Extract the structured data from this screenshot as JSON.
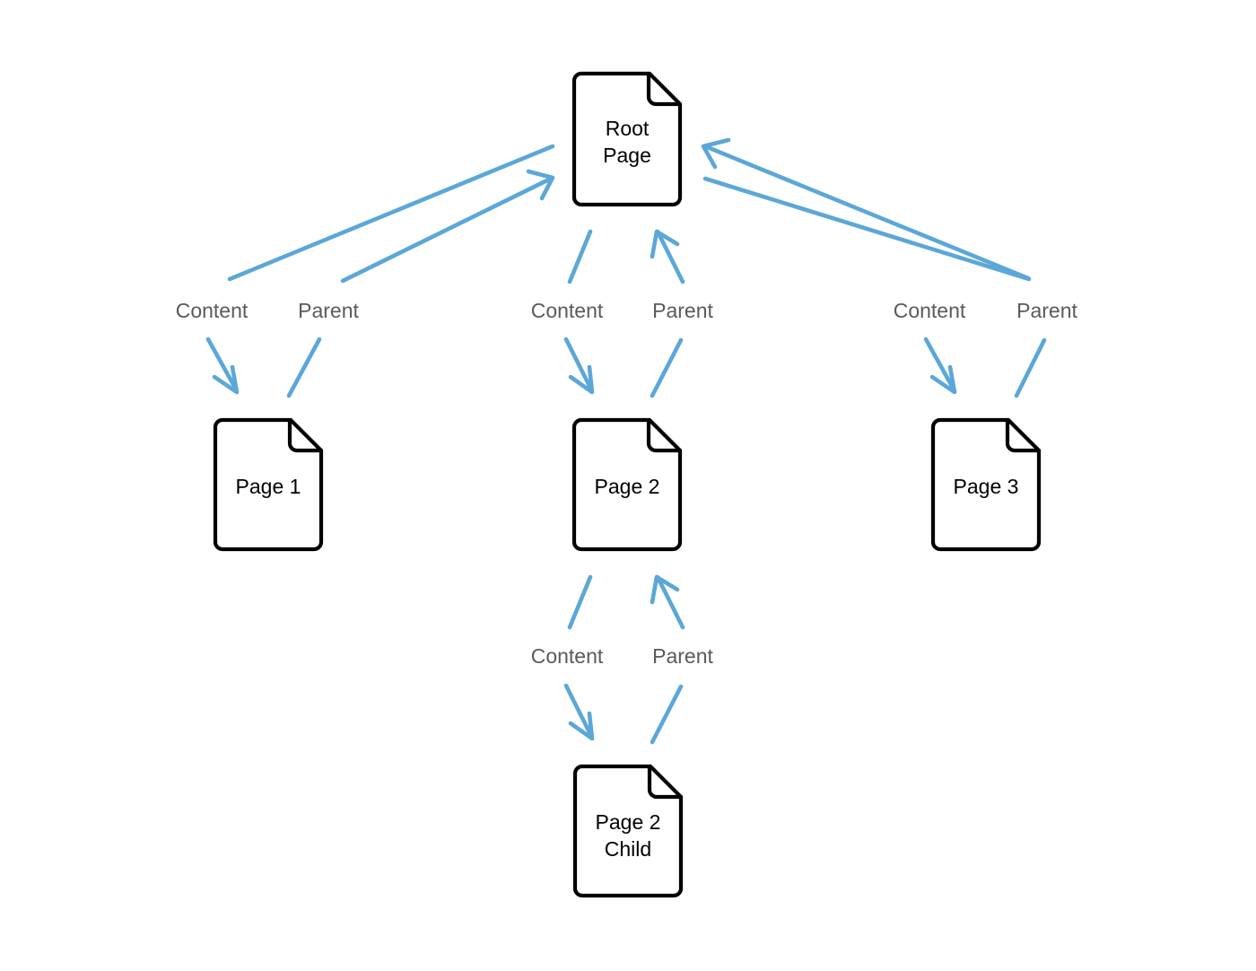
{
  "diagram": {
    "type": "node-link-graph",
    "background_color": "#ffffff",
    "edge_color": "#5ba7d8",
    "node_stroke_color": "#000000",
    "node_fill_color": "#ffffff",
    "node_label_color": "#000000",
    "edge_label_color": "#5a5a5a",
    "nodes": [
      {
        "id": "root",
        "label_line1": "Root",
        "label_line2": "Page",
        "icon": "document-icon"
      },
      {
        "id": "page1",
        "label_line1": "Page 1",
        "label_line2": "",
        "icon": "document-icon"
      },
      {
        "id": "page2",
        "label_line1": "Page 2",
        "label_line2": "",
        "icon": "document-icon"
      },
      {
        "id": "page3",
        "label_line1": "Page 3",
        "label_line2": "",
        "icon": "document-icon"
      },
      {
        "id": "page2child",
        "label_line1": "Page 2",
        "label_line2": "Child",
        "icon": "document-icon"
      }
    ],
    "edges": [
      {
        "id": "root-page1-content",
        "from": "root",
        "to": "page1",
        "label": "Content",
        "direction": "down"
      },
      {
        "id": "page1-root-parent",
        "from": "page1",
        "to": "root",
        "label": "Parent",
        "direction": "up"
      },
      {
        "id": "root-page2-content",
        "from": "root",
        "to": "page2",
        "label": "Content",
        "direction": "down"
      },
      {
        "id": "page2-root-parent",
        "from": "page2",
        "to": "root",
        "label": "Parent",
        "direction": "up"
      },
      {
        "id": "root-page3-content",
        "from": "root",
        "to": "page3",
        "label": "Content",
        "direction": "down"
      },
      {
        "id": "page3-root-parent",
        "from": "page3",
        "to": "root",
        "label": "Parent",
        "direction": "up"
      },
      {
        "id": "page2-child-content",
        "from": "page2",
        "to": "page2child",
        "label": "Content",
        "direction": "down"
      },
      {
        "id": "child-page2-parent",
        "from": "page2child",
        "to": "page2",
        "label": "Parent",
        "direction": "up"
      }
    ],
    "edge_labels": {
      "content": "Content",
      "parent": "Parent"
    }
  }
}
